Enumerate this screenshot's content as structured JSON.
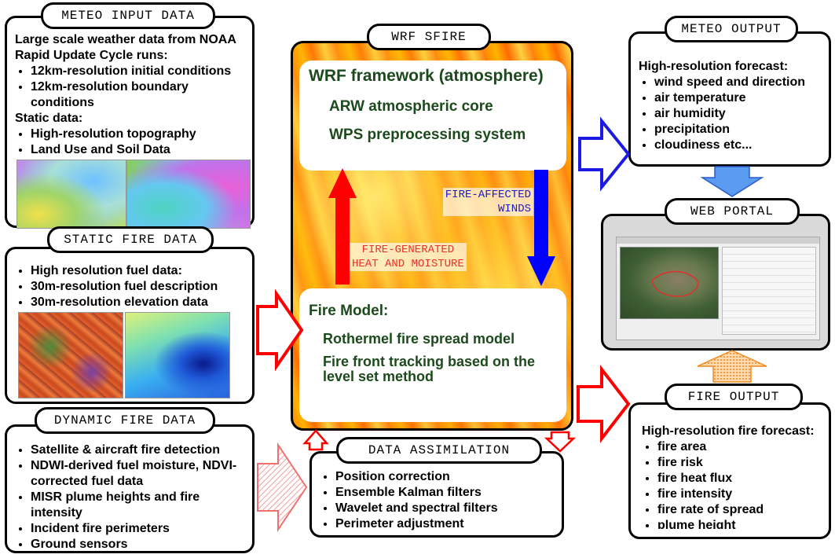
{
  "meteo_input": {
    "title": "METEO INPUT DATA",
    "heading": "Large scale weather data from NOAA Rapid Update Cycle runs:",
    "items": [
      "12km-resolution initial conditions",
      "12km-resolution boundary conditions"
    ],
    "static_heading": "Static data:",
    "static_items": [
      "High-resolution topography",
      "Land Use and Soil Data"
    ]
  },
  "static_fire": {
    "title": "STATIC FIRE DATA",
    "items": [
      "High resolution fuel data:",
      "30m-resolution fuel description",
      "30m-resolution elevation data"
    ]
  },
  "dynamic_fire": {
    "title": "DYNAMIC FIRE DATA",
    "items": [
      "Satellite & aircraft fire detection",
      "NDWI-derived fuel moisture, NDVI-corrected fuel data",
      "MISR plume heights and fire intensity",
      "Incident fire perimeters",
      "Ground sensors"
    ]
  },
  "wrf_sfire": {
    "title": "WRF SFIRE",
    "framework": "WRF framework (atmosphere)",
    "core": "ARW atmospheric core",
    "wps": "WPS preprocessing system",
    "fire_model": "Fire Model:",
    "rothermel": "Rothermel fire spread model",
    "front_tracking": "Fire front tracking based on the level set method",
    "fire_affected_1": "FIRE-AFFECTED",
    "fire_affected_2": "WINDS",
    "fire_generated_1": "FIRE-GENERATED",
    "fire_generated_2": "HEAT AND MOISTURE"
  },
  "data_assimilation": {
    "title": "DATA ASSIMILATION",
    "items": [
      "Position correction",
      "Ensemble Kalman filters",
      "Wavelet and spectral filters",
      "Perimeter adjustment"
    ]
  },
  "meteo_output": {
    "title": "METEO OUTPUT",
    "heading": "High-resolution forecast:",
    "items": [
      "wind speed and direction",
      "air temperature",
      "air humidity",
      "precipitation",
      "cloudiness etc..."
    ]
  },
  "web_portal": {
    "title": "WEB PORTAL"
  },
  "fire_output": {
    "title": "FIRE OUTPUT",
    "heading": "High-resolution fire forecast:",
    "items": [
      "fire area",
      "fire risk",
      "fire heat flux",
      "fire intensity",
      "fire rate of spread",
      "plume height"
    ]
  },
  "colors": {
    "up_arrow": "#ff0000",
    "down_arrow": "#0000ff",
    "fire_text_red": "#e8322a",
    "wind_text_blue": "#1a1acc",
    "title_green": "#1d4a1d",
    "orange_arrow": "#ff9a2a",
    "blue_arrow": "#5b9bf0"
  }
}
